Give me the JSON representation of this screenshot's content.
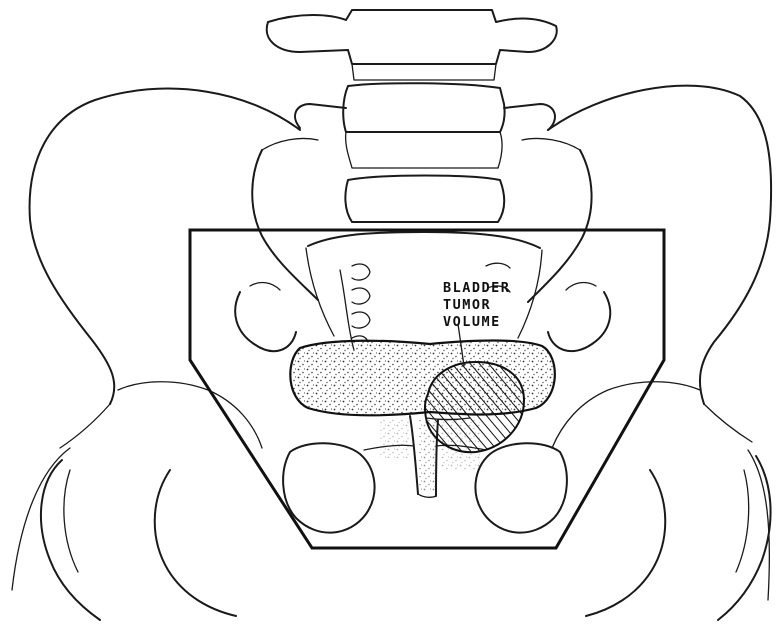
{
  "label": {
    "lines": [
      "BLADDER",
      "TUMOR",
      "VOLUME"
    ]
  }
}
